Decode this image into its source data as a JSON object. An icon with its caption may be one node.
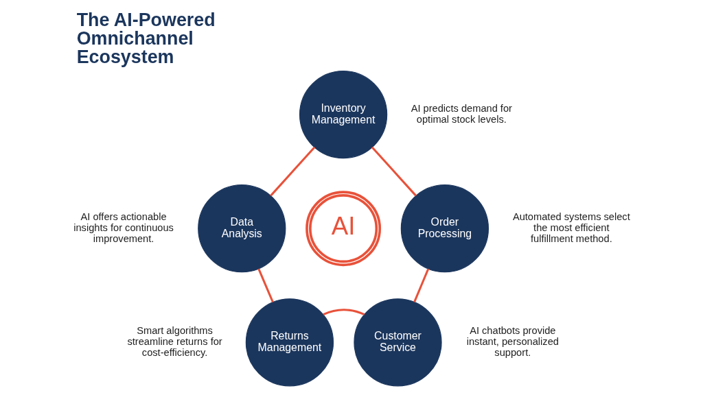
{
  "diagram": {
    "title": "The AI-Powered Omnichannel Ecosystem",
    "nodes": [
      {
        "text": [
          "Inventory Management"
        ],
        "beside": [
          "AI predicts demand for optimal stock levels."
        ]
      },
      {
        "text": [
          "Order Processing"
        ],
        "beside": [
          "Automated systems select the most efficient fulfillment method."
        ]
      },
      {
        "text": [
          "Customer Service"
        ],
        "beside": [
          "AI chatbots provide instant, personalized support."
        ]
      },
      {
        "text": [
          "Returns Management"
        ],
        "beside": [
          "Smart algorithms streamline returns for cost-efficiency."
        ]
      },
      {
        "text": [
          "Data Analysis"
        ],
        "beside": [
          "AI offers actionable insights for continuous improvement."
        ]
      },
      {
        "text": [
          "AI"
        ]
      }
    ],
    "edges": [
      {
        "from": 0,
        "to": 4,
        "arrow": "none"
      },
      {
        "from": 0,
        "to": 1,
        "arrow": "none"
      },
      {
        "from": 4,
        "to": 3,
        "arrow": "none"
      },
      {
        "from": 1,
        "to": 2,
        "arrow": "none"
      },
      {
        "from": 3,
        "to": 2,
        "arrow": "none"
      }
    ]
  }
}
